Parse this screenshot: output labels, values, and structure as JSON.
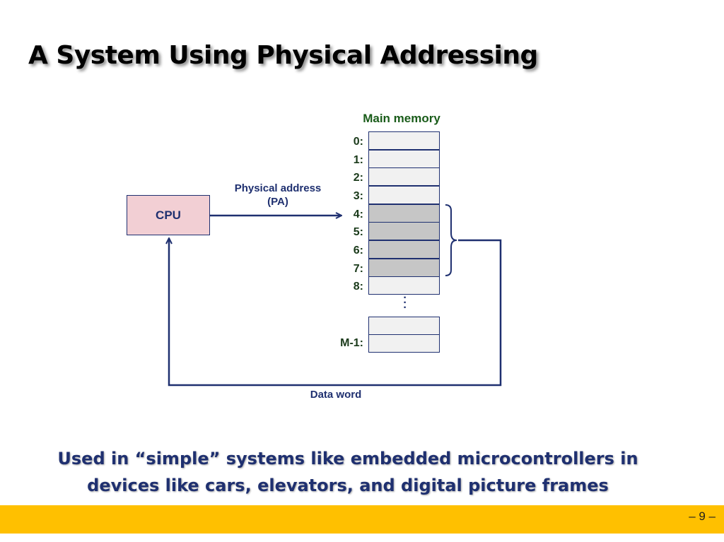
{
  "slide": {
    "title": "A System Using Physical Addressing",
    "caption_line1": "Used in “simple” systems like embedded microcontrollers in",
    "caption_line2": "devices like cars, elevators, and digital picture frames",
    "page_number": "– 9 –"
  },
  "diagram": {
    "cpu_label": "CPU",
    "memory_title": "Main memory",
    "physical_address_line1": "Physical address",
    "physical_address_line2": "(PA)",
    "data_word_label": "Data word",
    "addresses": [
      "0:",
      "1:",
      "2:",
      "3:",
      "4:",
      "5:",
      "6:",
      "7:",
      "8:"
    ],
    "highlighted_addresses": [
      "4:",
      "5:",
      "6:",
      "7:"
    ],
    "last_address": "M-1:"
  },
  "colors": {
    "accent_bar": "#ffc000",
    "navy": "#1f3070",
    "cpu_fill": "#f2cfd4",
    "highlight_cell": "#c6c6c6",
    "memory_title": "#1a5c1a"
  }
}
